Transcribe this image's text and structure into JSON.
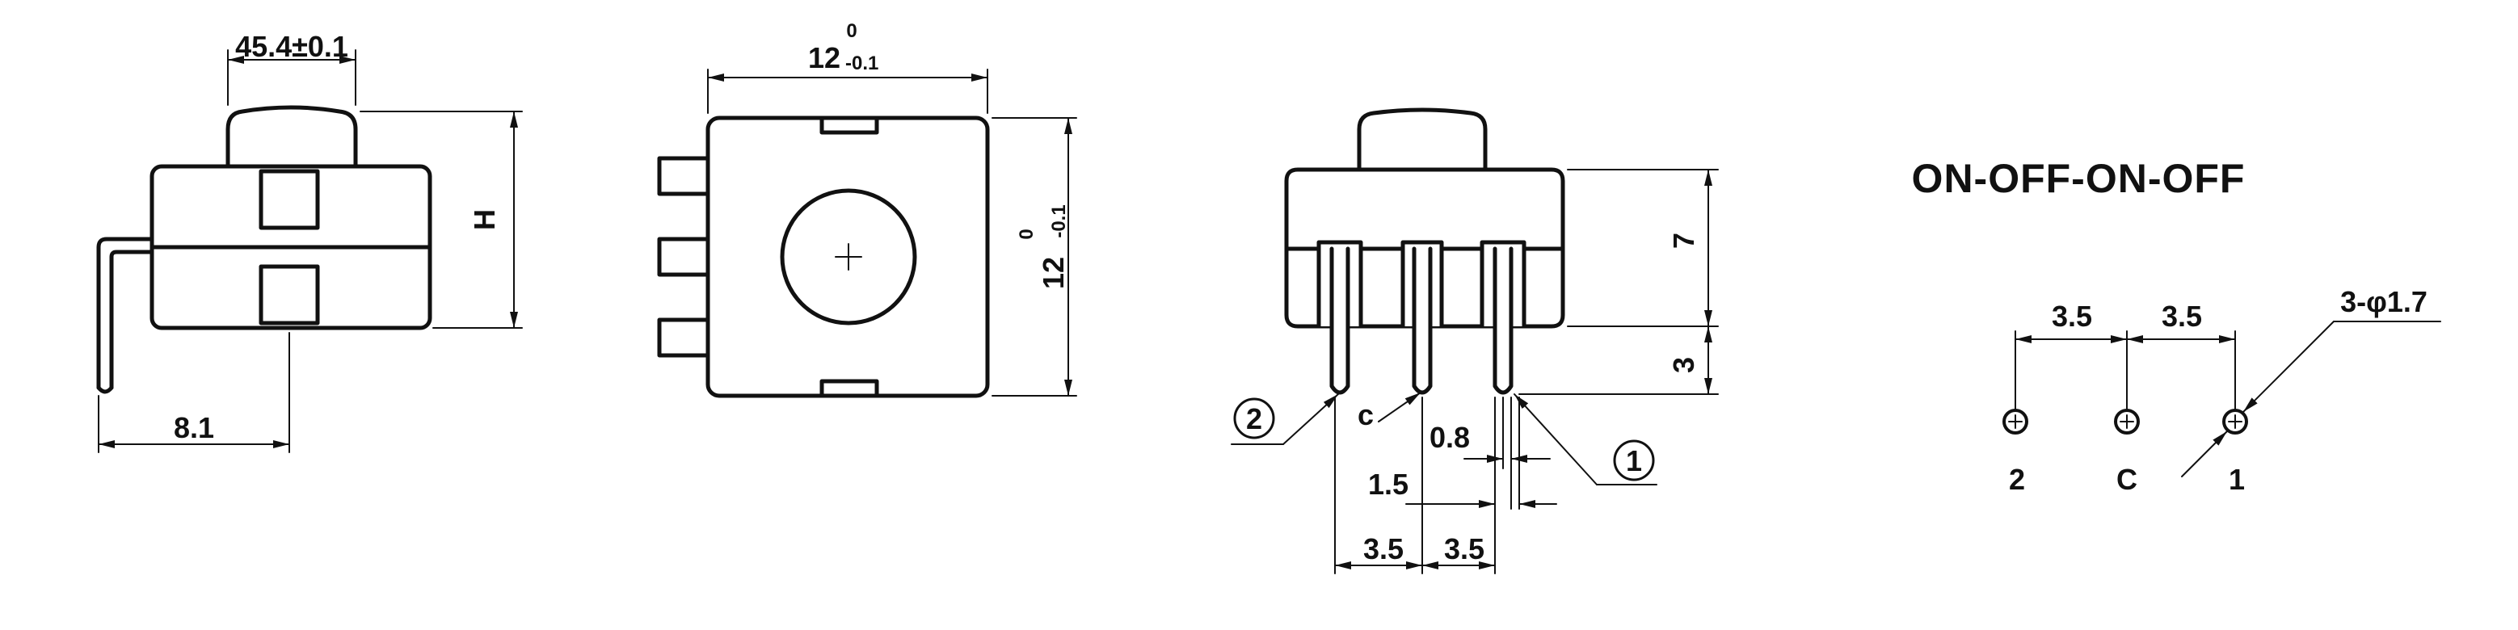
{
  "side_view": {
    "width_dim": "45.4±0.1",
    "height_dim": "H",
    "pin_offset_dim": "8.1"
  },
  "top_view": {
    "width_dim": "12",
    "width_tol_upper": "0",
    "width_tol_lower": "-0.1",
    "height_dim": "12",
    "height_tol_upper": "0",
    "height_tol_lower": "-0.1"
  },
  "front_view": {
    "height_dim": "7",
    "pin_length_dim": "3",
    "pin_width_dim": "0.8",
    "pin_thickness_dim": "1.5",
    "pitch_left_dim": "3.5",
    "pitch_right_dim": "3.5",
    "pin_labels": [
      "2",
      "c",
      "1"
    ]
  },
  "schematic": {
    "title": "ON-OFF-ON-OFF",
    "pitch_left": "3.5",
    "pitch_right": "3.5",
    "hole_dim": "3-φ1.7",
    "pin_labels": [
      "2",
      "C",
      "1"
    ]
  }
}
